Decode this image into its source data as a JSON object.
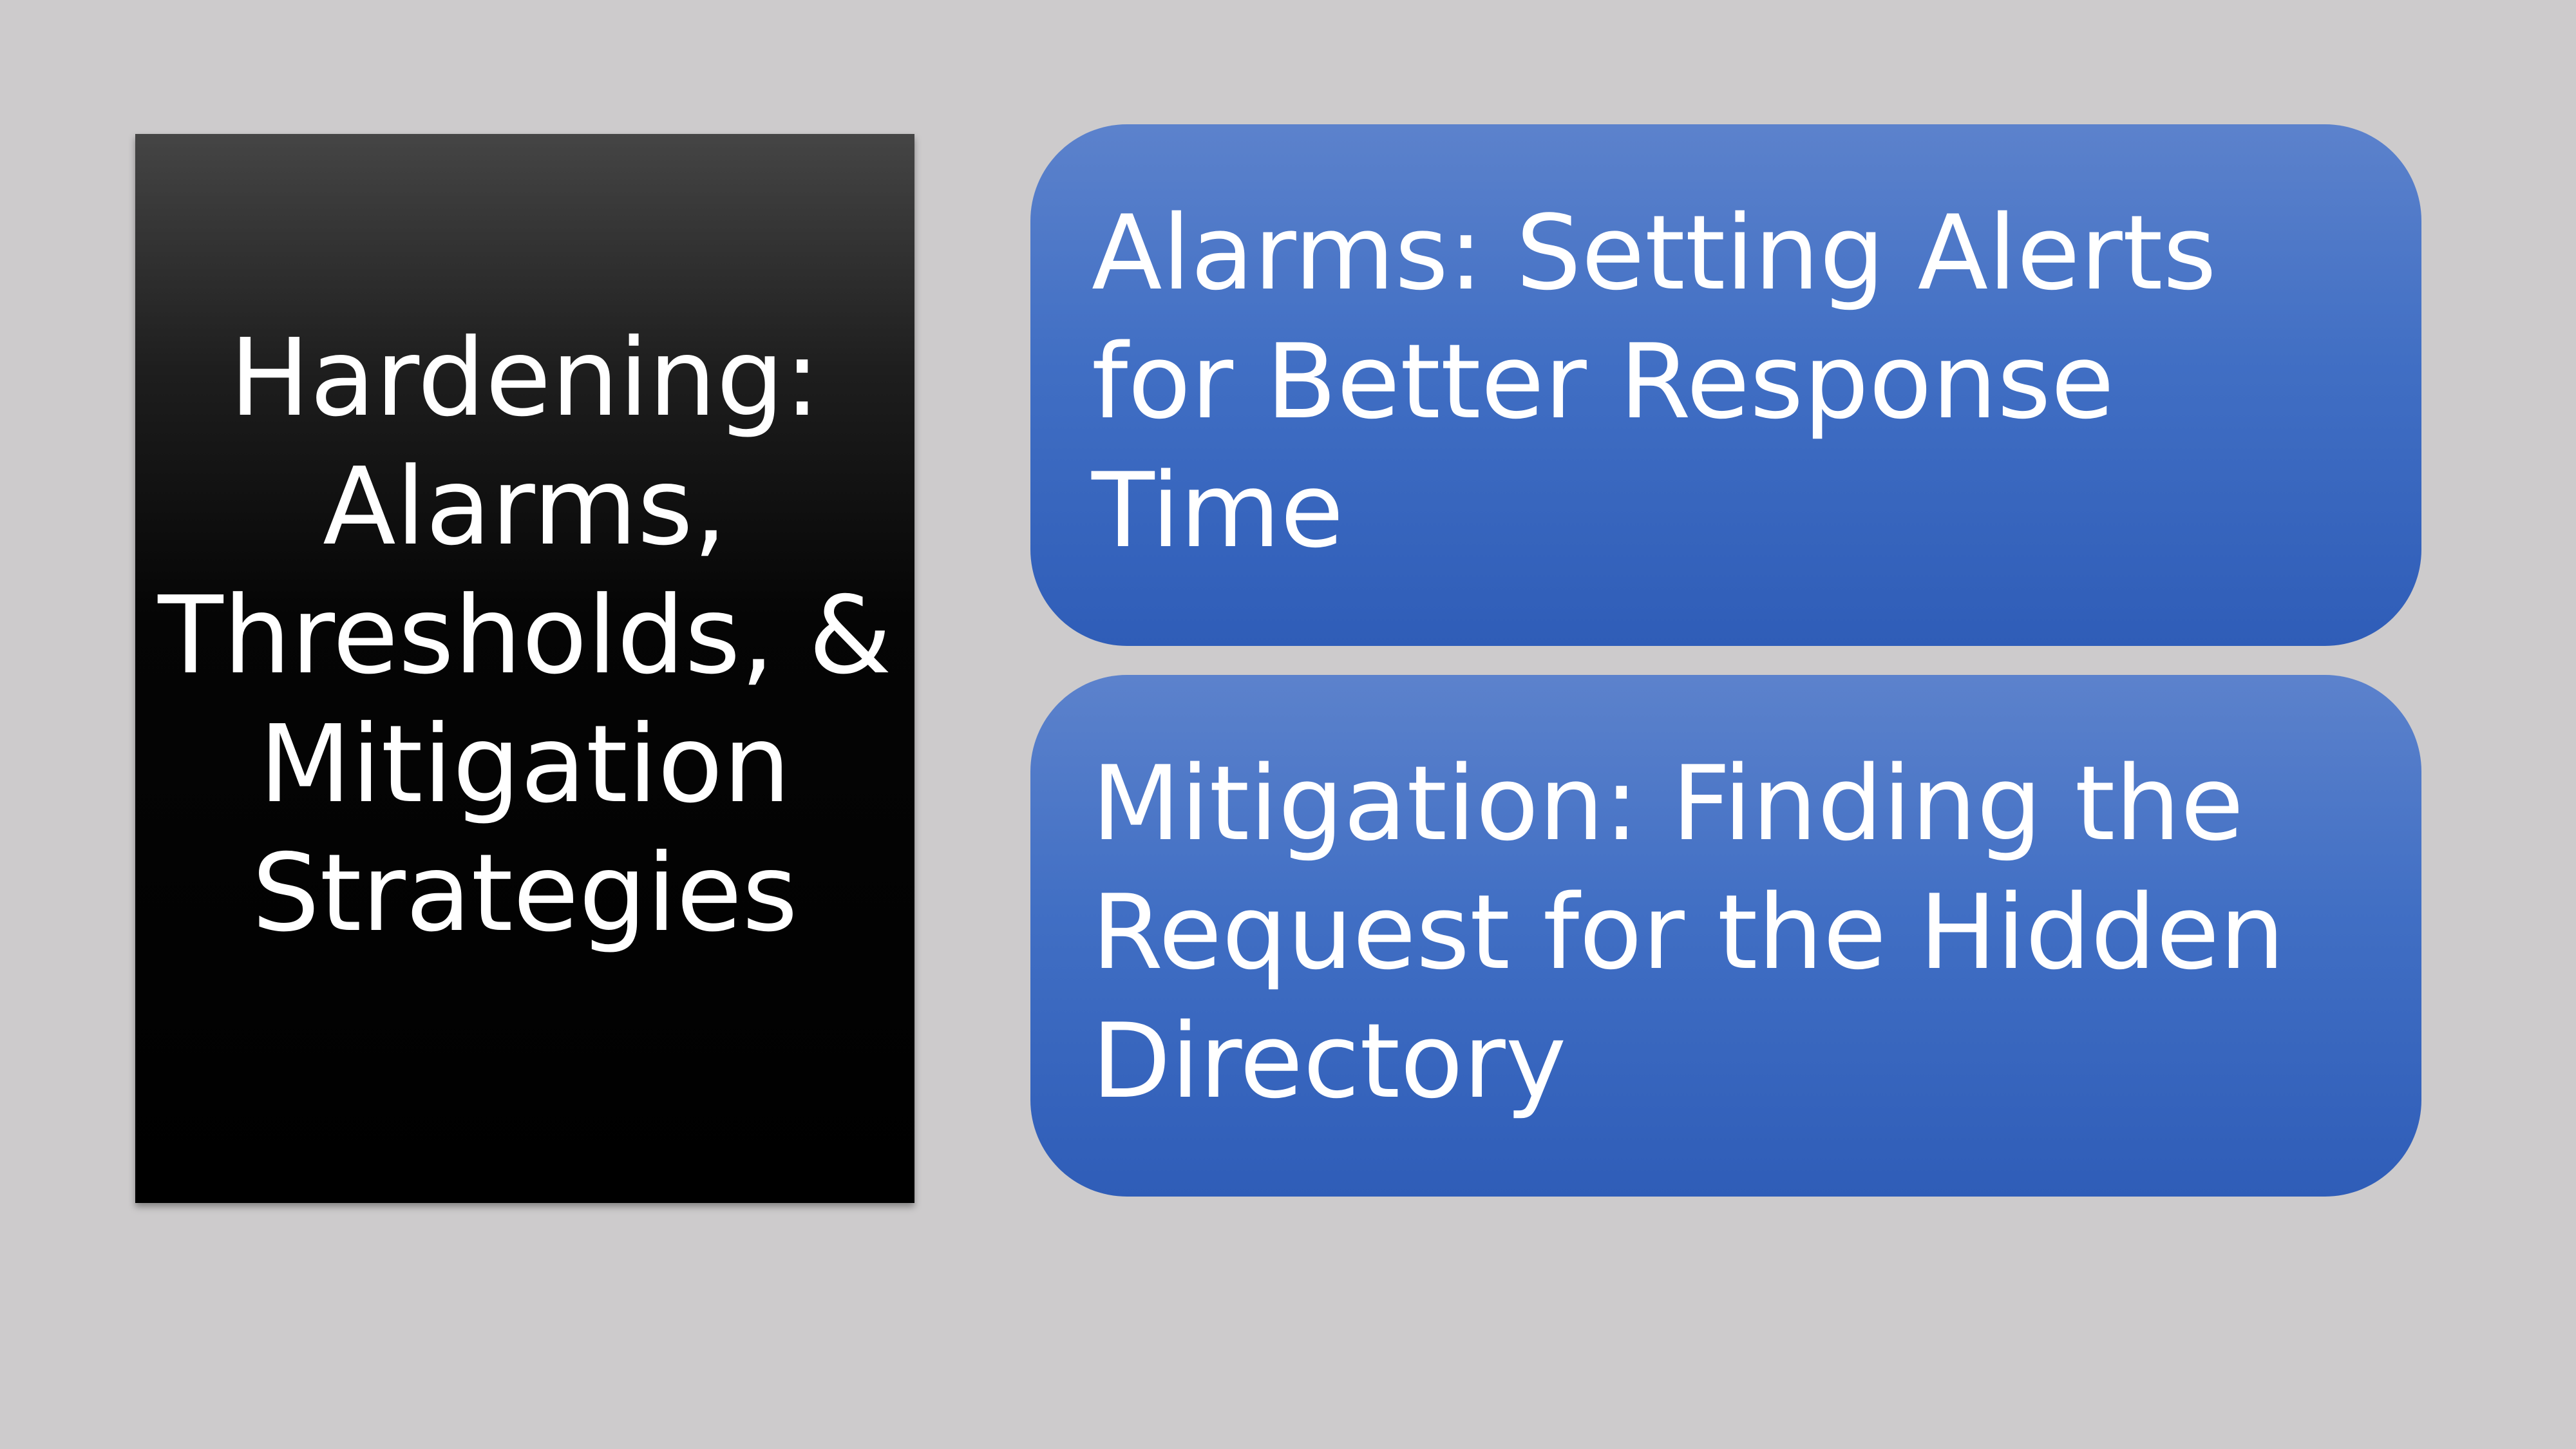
{
  "slide": {
    "title": " Hardening:\nAlarms,\nThresholds, &\nMitigation\nStrategies",
    "cards": [
      {
        "text": " Alarms: Setting Alerts\nfor Better Response\nTime"
      },
      {
        "text": " Mitigation: Finding the\nRequest for the Hidden\nDirectory"
      }
    ]
  },
  "colors": {
    "background": "#cdcbcc",
    "title_panel": "#000000",
    "card_top": "#5c82cc",
    "card_bottom": "#2f5db8",
    "text": "#ffffff"
  }
}
